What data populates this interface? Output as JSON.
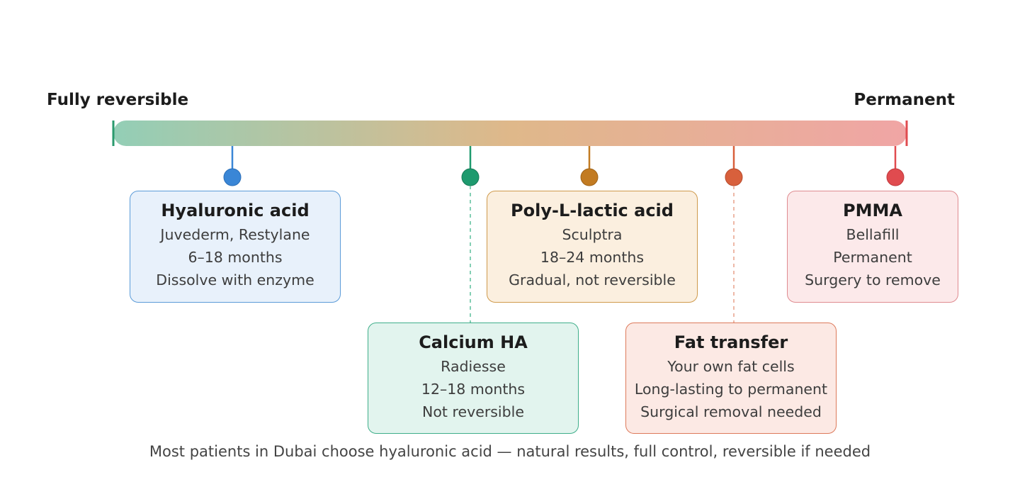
{
  "scale": {
    "left_label": "Fully reversible",
    "right_label": "Permanent",
    "gradient": [
      "#93ceb6",
      "#dfb88a",
      "#f0a5a5"
    ]
  },
  "fillers": [
    {
      "id": "hyaluronic",
      "title": "Hyaluronic acid",
      "brand": "Juvederm, Restylane",
      "duration": "6–18 months",
      "reversibility": "Dissolve with enzyme",
      "color": "#3a86d6"
    },
    {
      "id": "calcium",
      "title": "Calcium HA",
      "brand": "Radiesse",
      "duration": "12–18 months",
      "reversibility": "Not reversible",
      "color": "#1e9a6e"
    },
    {
      "id": "poly",
      "title": "Poly-L-lactic acid",
      "brand": "Sculptra",
      "duration": "18–24 months",
      "reversibility": "Gradual, not reversible",
      "color": "#c27b22"
    },
    {
      "id": "fat",
      "title": "Fat transfer",
      "brand": "Your own fat cells",
      "duration": "Long-lasting to permanent",
      "reversibility": "Surgical removal needed",
      "color": "#d8603c"
    },
    {
      "id": "pmma",
      "title": "PMMA",
      "brand": "Bellafill",
      "duration": "Permanent",
      "reversibility": "Surgery to remove",
      "color": "#e04b4f"
    }
  ],
  "footnote": "Most patients in Dubai choose hyaluronic acid — natural results, full control, reversible if needed"
}
